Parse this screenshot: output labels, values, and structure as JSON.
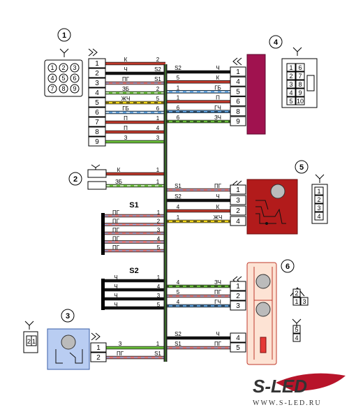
{
  "components": [
    {
      "id": "c1",
      "number": "1"
    },
    {
      "id": "c2",
      "number": "2"
    },
    {
      "id": "c3",
      "number": "3"
    },
    {
      "id": "c4",
      "number": "4"
    },
    {
      "id": "c5",
      "number": "5"
    },
    {
      "id": "c6",
      "number": "6"
    }
  ],
  "groups": {
    "s1": "S1",
    "s2": "S2"
  },
  "connector1_pins": [
    "1",
    "2",
    "3",
    "4",
    "5",
    "6",
    "7",
    "8",
    "9"
  ],
  "connector4_face": [
    "1",
    "6",
    "2",
    "7",
    "3",
    "8",
    "4",
    "9",
    "5",
    "10"
  ],
  "connector5_face": [
    "1",
    "2",
    "3",
    "4"
  ],
  "connector6_face": [
    "2",
    "1",
    "3",
    "5",
    "4"
  ],
  "connector3_face": [
    "2",
    "1"
  ],
  "wires": {
    "left1": [
      {
        "pin": "1",
        "code": "К",
        "end": "2",
        "color": "#c0392b"
      },
      {
        "pin": "2",
        "code": "Ч",
        "end": "S2",
        "color": "#111111"
      },
      {
        "pin": "3",
        "code": "ПГ",
        "end": "S1",
        "color": "#e07a7a",
        "stripe": "#7aa7e0"
      },
      {
        "pin": "4",
        "code": "ЗБ",
        "end": "2",
        "color": "#6abf3a",
        "stripe": "#ffffff"
      },
      {
        "pin": "5",
        "code": "ЖЧ",
        "end": "5",
        "color": "#f2d61c",
        "stripe": "#111111"
      },
      {
        "pin": "6",
        "code": "ГБ",
        "end": "6",
        "color": "#5b9bd5",
        "stripe": "#ffffff"
      },
      {
        "pin": "7",
        "code": "П",
        "end": "1",
        "color": "#c0392b"
      },
      {
        "pin": "8",
        "code": "П",
        "end": "4",
        "color": "#c0392b"
      },
      {
        "pin": "9",
        "code": "З",
        "end": "3",
        "color": "#6abf3a"
      }
    ],
    "right4": [
      {
        "pin": "1",
        "code": "Ч",
        "end": "S2",
        "color": "#111111"
      },
      {
        "pin": "4",
        "code": "К",
        "end": "5",
        "color": "#c0392b"
      },
      {
        "pin": "5",
        "code": "ГБ",
        "end": "1",
        "color": "#5b9bd5",
        "stripe": "#ffffff"
      },
      {
        "pin": "6",
        "code": "П",
        "end": "1",
        "color": "#c0392b"
      },
      {
        "pin": "8",
        "code": "ГЧ",
        "end": "6",
        "color": "#5b9bd5",
        "stripe": "#111111"
      },
      {
        "pin": "9",
        "code": "ЗЧ",
        "end": "6",
        "color": "#6abf3a",
        "stripe": "#111111"
      }
    ],
    "left2": [
      {
        "pin": "1",
        "code": "К",
        "end": "1",
        "color": "#c0392b"
      },
      {
        "pin": "2",
        "code": "ЗБ",
        "end": "1",
        "color": "#6abf3a",
        "stripe": "#ffffff"
      }
    ],
    "right5": [
      {
        "pin": "1",
        "code": "ПГ",
        "end": "S1",
        "color": "#e07a7a",
        "stripe": "#7aa7e0"
      },
      {
        "pin": "3",
        "code": "Ч",
        "end": "S2",
        "color": "#111111"
      },
      {
        "pin": "2",
        "code": "К",
        "end": "4",
        "color": "#c0392b"
      },
      {
        "pin": "4",
        "code": "ЖЧ",
        "end": "1",
        "color": "#f2d61c",
        "stripe": "#111111"
      }
    ],
    "s1": [
      {
        "code": "ПГ",
        "end": "1"
      },
      {
        "code": "ПГ",
        "end": "2"
      },
      {
        "code": "ПГ",
        "end": "3"
      },
      {
        "code": "ПГ",
        "end": "4"
      },
      {
        "code": "ПГ",
        "end": "5"
      }
    ],
    "s2": [
      {
        "code": "Ч",
        "end": "1"
      },
      {
        "code": "Ч",
        "end": "4"
      },
      {
        "code": "Ч",
        "end": "3"
      },
      {
        "code": "Ч",
        "end": "5"
      }
    ],
    "right6": [
      {
        "pin": "1",
        "code": "ЗЧ",
        "end": "4",
        "color": "#6abf3a",
        "stripe": "#111111"
      },
      {
        "pin": "2",
        "code": "ПГ",
        "end": "5",
        "color": "#e07a7a",
        "stripe": "#7aa7e0"
      },
      {
        "pin": "3",
        "code": "ГЧ",
        "end": "4",
        "color": "#5b9bd5",
        "stripe": "#111111"
      },
      {
        "pin": "4",
        "code": "Ч",
        "end": "S2",
        "color": "#111111"
      },
      {
        "pin": "5",
        "code": "ПГ",
        "end": "S1",
        "color": "#e07a7a",
        "stripe": "#7aa7e0"
      }
    ],
    "left3": [
      {
        "pin": "1",
        "code": "З",
        "end": "1",
        "color": "#6abf3a"
      },
      {
        "pin": "2",
        "code": "ПГ",
        "end": "S1",
        "color": "#e07a7a",
        "stripe": "#7aa7e0"
      }
    ]
  },
  "brand": {
    "logo": "S-LED",
    "url": "WWW.S-LED.RU"
  }
}
